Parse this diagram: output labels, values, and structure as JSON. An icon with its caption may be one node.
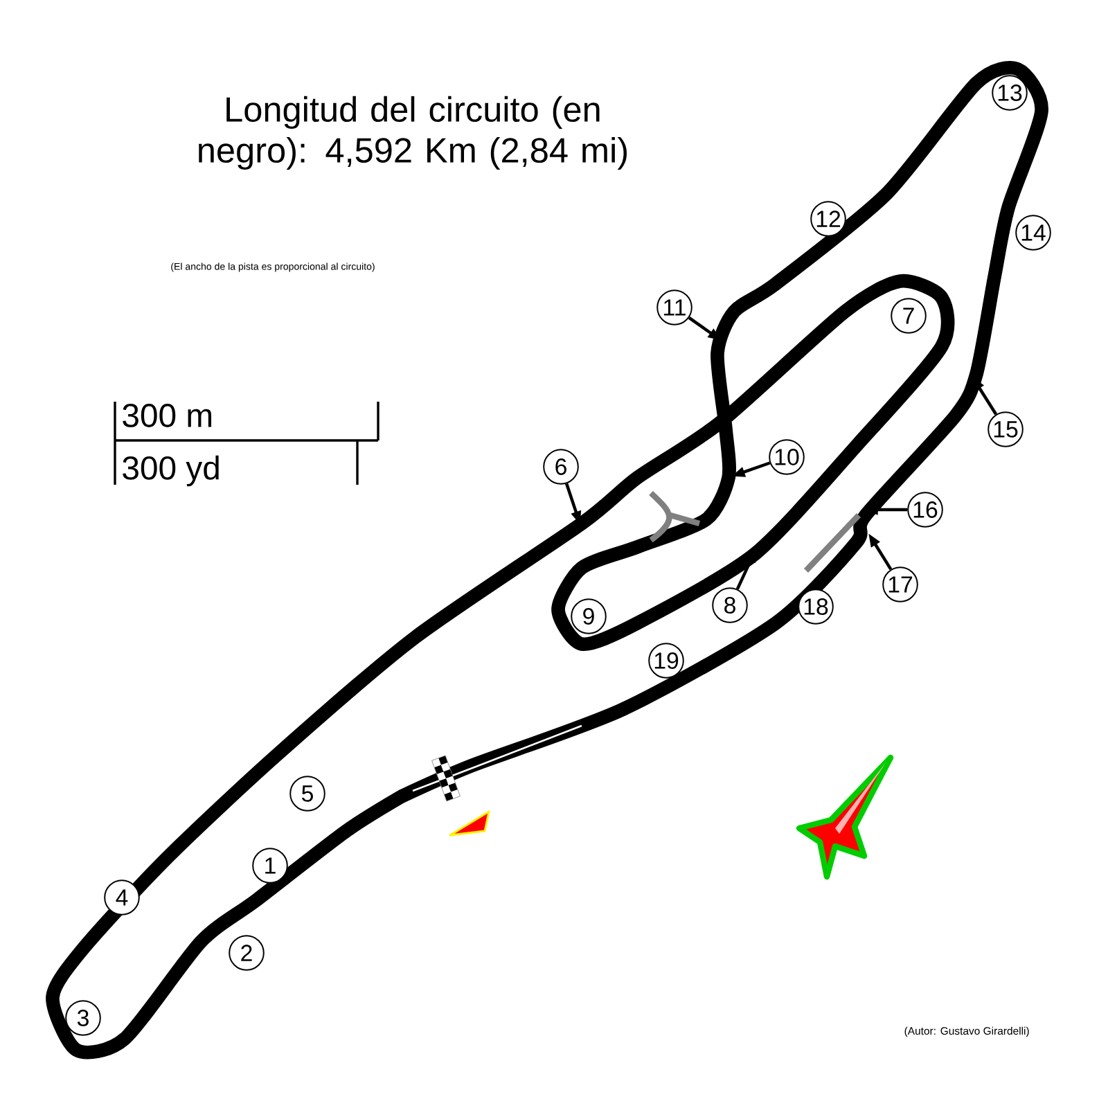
{
  "diagram": {
    "title": "Longitud del circuito (en negro): 4,592 Km (2,84 mi)",
    "nodes": [
      {
        "text": [
          "1"
        ]
      },
      {
        "text": [
          "2"
        ]
      },
      {
        "text": [
          "3"
        ]
      },
      {
        "text": [
          "4"
        ]
      },
      {
        "text": [
          "5"
        ]
      },
      {
        "text": [
          "6"
        ]
      },
      {
        "text": [
          "7"
        ]
      },
      {
        "text": [
          "8"
        ]
      },
      {
        "text": [
          "9"
        ]
      },
      {
        "text": [
          "10"
        ]
      },
      {
        "text": [
          "11"
        ]
      },
      {
        "text": [
          "12"
        ]
      },
      {
        "text": [
          "13"
        ]
      },
      {
        "text": [
          "14"
        ]
      },
      {
        "text": [
          "15"
        ]
      },
      {
        "text": [
          "16"
        ]
      },
      {
        "text": [
          "17"
        ]
      },
      {
        "text": [
          "18"
        ]
      },
      {
        "text": [
          "19"
        ]
      }
    ],
    "edges": [
      {
        "from": 5,
        "to": null,
        "arrow": "to"
      },
      {
        "from": 7,
        "to": null,
        "arrow": "to"
      },
      {
        "from": 9,
        "to": null,
        "arrow": "to"
      },
      {
        "from": 10,
        "to": null,
        "arrow": "to"
      },
      {
        "from": 14,
        "to": null,
        "arrow": "to"
      },
      {
        "from": 15,
        "to": null,
        "arrow": "to"
      },
      {
        "from": 16,
        "to": null,
        "arrow": "to"
      }
    ],
    "labels": [
      "(El ancho de la pista es proporcional al circuito)",
      "300 m",
      "300 yd",
      "(Autor: Gustavo Girardelli)"
    ]
  }
}
